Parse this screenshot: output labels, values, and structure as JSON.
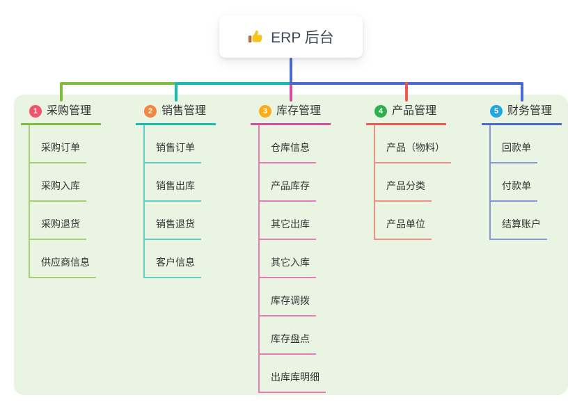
{
  "root": {
    "icon": "thumbs-up-icon",
    "label": "ERP 后台"
  },
  "branches": [
    {
      "index": "1",
      "label": "采购管理",
      "badge_color": "#f4526b",
      "line_color": "#7ebd3f",
      "light_color": "#a3d070",
      "children": [
        "采购订单",
        "采购入库",
        "采购退货",
        "供应商信息"
      ]
    },
    {
      "index": "2",
      "label": "销售管理",
      "badge_color": "#f6863f",
      "line_color": "#16bcb0",
      "light_color": "#5ecfc5",
      "children": [
        "销售订单",
        "销售出库",
        "销售退货",
        "客户信息"
      ]
    },
    {
      "index": "3",
      "label": "库存管理",
      "badge_color": "#fbad18",
      "line_color": "#d64da0",
      "light_color": "#e37eba",
      "children": [
        "仓库信息",
        "产品库存",
        "其它出库",
        "其它入库",
        "库存调拨",
        "库存盘点",
        "出库库明细"
      ]
    },
    {
      "index": "4",
      "label": "产品管理",
      "badge_color": "#2db14d",
      "line_color": "#f3584e",
      "light_color": "#f78c83",
      "children": [
        "产品（物料）",
        "产品分类",
        "产品单位"
      ]
    },
    {
      "index": "5",
      "label": "财务管理",
      "badge_color": "#21a6e5",
      "line_color": "#4b69d2",
      "light_color": "#8397dd",
      "children": [
        "回款单",
        "付款单",
        "结算账户"
      ]
    }
  ],
  "colors": {
    "panel_bg": "#e9f5e2",
    "root_stem": "#4b69d2",
    "root_text": "#3c4858",
    "node_text": "#333333"
  }
}
